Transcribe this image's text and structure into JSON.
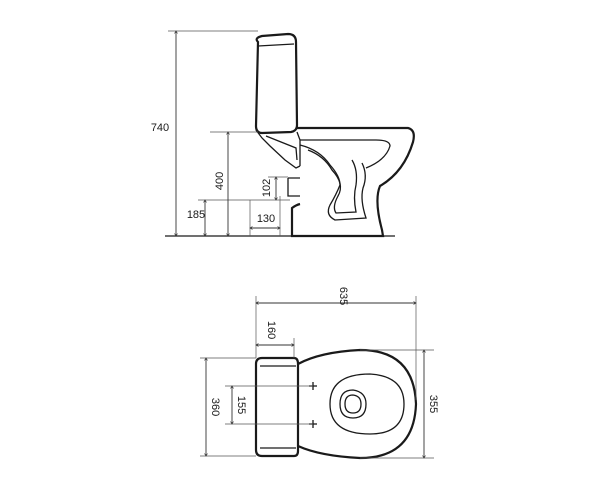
{
  "diagram": {
    "side_view": {
      "dimensions": {
        "overall_height": "740",
        "inlet_height": "400",
        "outlet_height": "102",
        "outlet_offset": "130",
        "base_height": "185"
      }
    },
    "top_view": {
      "dimensions": {
        "overall_length": "635",
        "tank_depth": "160",
        "tank_width": "360",
        "fixing_spacing": "155",
        "bowl_width": "355"
      }
    }
  }
}
